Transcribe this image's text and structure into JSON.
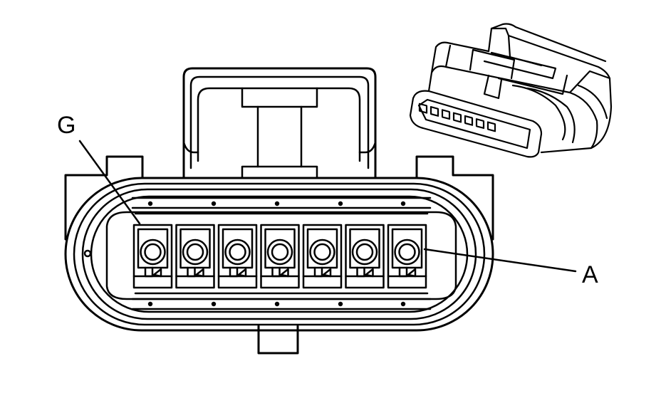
{
  "diagram": {
    "labels": {
      "left_terminal": "G",
      "right_terminal": "A"
    },
    "terminal_count": 7,
    "colors": {
      "line": "#000000",
      "background": "#ffffff"
    }
  }
}
